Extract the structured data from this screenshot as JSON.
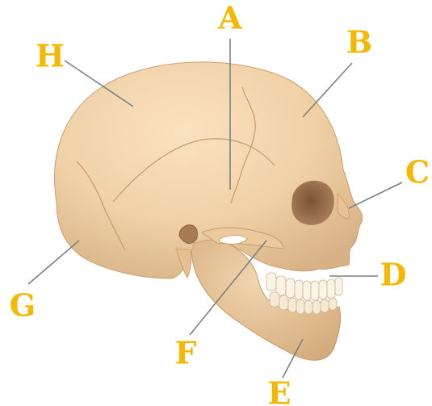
{
  "diagram": {
    "label_color": "#F5B800",
    "leader_color": "#7f7f7f",
    "labels": [
      {
        "id": "A",
        "text": "A"
      },
      {
        "id": "B",
        "text": "B"
      },
      {
        "id": "C",
        "text": "C"
      },
      {
        "id": "D",
        "text": "D"
      },
      {
        "id": "E",
        "text": "E"
      },
      {
        "id": "F",
        "text": "F"
      },
      {
        "id": "G",
        "text": "G"
      },
      {
        "id": "H",
        "text": "H"
      }
    ]
  }
}
